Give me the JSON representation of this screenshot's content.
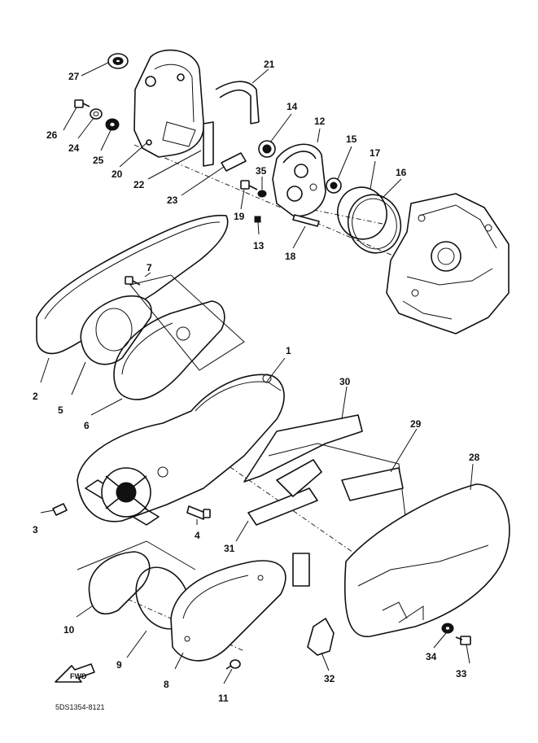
{
  "diagram": {
    "code": "5DS1354-8121",
    "fwd_label": "FWD",
    "callouts": [
      "1",
      "2",
      "3",
      "4",
      "5",
      "6",
      "7",
      "8",
      "9",
      "10",
      "11",
      "12",
      "13",
      "14",
      "15",
      "16",
      "17",
      "18",
      "19",
      "20",
      "21",
      "22",
      "23",
      "24",
      "25",
      "26",
      "27",
      "28",
      "29",
      "30",
      "31",
      "32",
      "33",
      "34",
      "35"
    ]
  }
}
